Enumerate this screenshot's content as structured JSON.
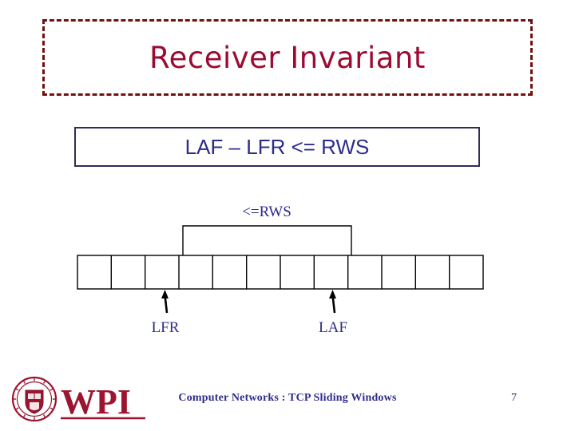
{
  "slide": {
    "title": "Receiver Invariant",
    "title_color": "#9c0b32",
    "title_border_color": "#70110f",
    "invariant": "LAF – LFR <= RWS",
    "invariant_color": "#2d2c8c",
    "invariant_border_color": "#2f2d54"
  },
  "diagram": {
    "type": "sliding-window",
    "cell_count": 12,
    "bracket": {
      "label": "<=RWS",
      "start_cell_index": 3,
      "end_cell_index": 8,
      "span_cells": 5
    },
    "pointers": [
      {
        "label": "LFR",
        "cell_boundary_index": 3
      },
      {
        "label": "LAF",
        "cell_boundary_index": 8
      }
    ],
    "label_color": "#2d2c8c",
    "line_color": "#000000"
  },
  "footer": {
    "logo_name": "wpi-logo",
    "logo_wordmark": "WPI",
    "logo_seal_ring_text": "WORCESTER POLYTECHNIC INSTITUTE",
    "logo_seal_year": "1865",
    "logo_color": "#9c1530",
    "text": "Computer Networks : TCP Sliding Windows",
    "page_number": "7",
    "text_color": "#2d2c8c"
  }
}
